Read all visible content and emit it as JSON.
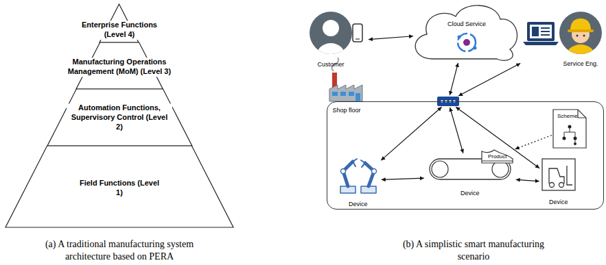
{
  "diagram": {
    "nodes": [
      {
        "text": [
          "Enterprise Functions (Level 4)"
        ]
      },
      {
        "text": [
          "Manufacturing Operations Management (MoM) (Level 3)"
        ]
      },
      {
        "text": [
          "Automation Functions, Supervisory Control (Level 2)"
        ]
      },
      {
        "text": [
          "Field Functions (Level 1)"
        ]
      },
      {
        "text": [
          "Customer"
        ]
      },
      {
        "text": [
          "Cloud Service"
        ]
      },
      {
        "text": [
          "Service Eng."
        ]
      },
      {
        "text": [
          "Shop floor"
        ]
      },
      {
        "text": []
      },
      {
        "text": [
          "Scheme"
        ],
        "in": 7
      },
      {
        "text": [
          "Device"
        ],
        "in": 7
      },
      {
        "text": [
          "Product"
        ],
        "in": 7
      },
      {
        "text": [
          "Device"
        ],
        "in": 7
      },
      {
        "text": [
          "Device"
        ],
        "in": 7
      }
    ],
    "edges": [
      {
        "from": 4,
        "to": 5,
        "arrow": "both"
      },
      {
        "from": 5,
        "to": 8,
        "arrow": "both"
      },
      {
        "from": 6,
        "to": 8,
        "arrow": "both"
      },
      {
        "from": 8,
        "to": 10,
        "arrow": "both"
      },
      {
        "from": 8,
        "to": 12,
        "arrow": "both"
      },
      {
        "from": 8,
        "to": 13,
        "arrow": "both"
      },
      {
        "from": 10,
        "to": 12,
        "arrow": "both"
      },
      {
        "from": 12,
        "to": 13,
        "arrow": "both"
      },
      {
        "from": 9,
        "to": 11,
        "arrow": "to"
      }
    ],
    "labels": [
      "(a) A traditional manufacturing system architecture based on PERA",
      "(b) A simplistic smart manufacturing scenario"
    ]
  }
}
